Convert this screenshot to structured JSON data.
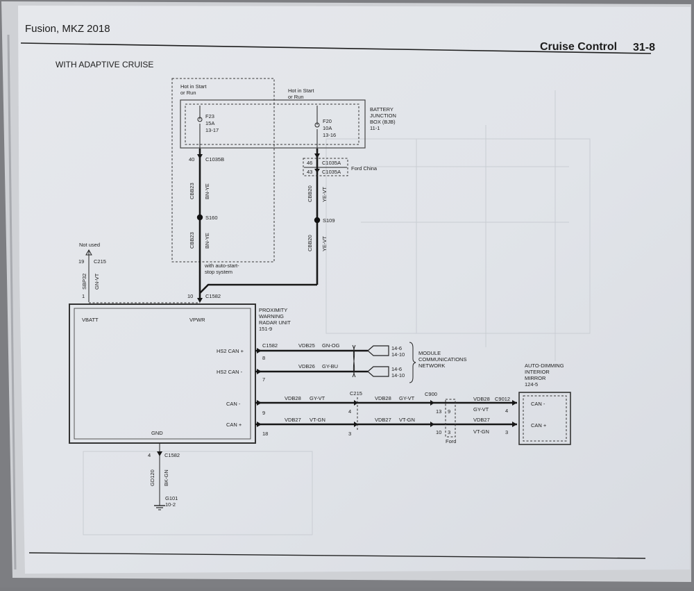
{
  "header": {
    "left_title": "Fusion, MKZ 2018",
    "section_title": "Cruise Control",
    "page_number": "31-8"
  },
  "diagram": {
    "section_heading": "WITH ADAPTIVE CRUISE",
    "hot_label_a": [
      "Hot in Start",
      "or Run"
    ],
    "hot_label_b": [
      "Hot in Start",
      "or Run"
    ],
    "battery_junction_box": [
      "BATTERY",
      "JUNCTION",
      "BOX (BJB)",
      "11-1"
    ],
    "fuse_f23": [
      "F23",
      "15A",
      "13-17"
    ],
    "fuse_f20": [
      "F20",
      "10A",
      "13-16"
    ],
    "pin_40": "40",
    "connector_c1035b": "C1035B",
    "pin_46": "46",
    "pin_43": "43",
    "connector_c1035a_1": "C1035A",
    "connector_c1035a_2": "C1035A",
    "ford_china": "Ford China",
    "circuit_cbb23_1": "CBB23",
    "color_bn_ye_1": "BN-YE",
    "circuit_cbb20_1": "CBB20",
    "color_ye_vt_1": "YE-VT",
    "splice_s160": "S160",
    "splice_s109": "S109",
    "circuit_cbb23_2": "CBB23",
    "color_bn_ye_2": "BN-YE",
    "circuit_cbb20_2": "CBB20",
    "color_ye_vt_2": "YE-VT",
    "auto_start_stop": [
      "with auto-start-",
      "stop system"
    ],
    "not_used": "Not used",
    "pin_19": "19",
    "connector_c215_top": "C215",
    "circuit_sbp32": "SBP32",
    "color_gn_vt": "GN-VT",
    "pin_1": "1",
    "pin_10": "10",
    "connector_c1582_top": "C1582",
    "radar_unit": [
      "PROXIMITY",
      "WARNING",
      "RADAR UNIT",
      "151-9"
    ],
    "pin_vbatt": "VBATT",
    "pin_vpwr": "VPWR",
    "pin_hs2_can_plus": "HS2 CAN +",
    "pin_hs2_can_minus": "HS2 CAN -",
    "pin_can_minus": "CAN -",
    "pin_can_plus": "CAN +",
    "pin_gnd": "GND",
    "connector_c1582_mid": "C1582",
    "pin_8": "8",
    "pin_7": "7",
    "pin_9": "9",
    "pin_18": "18",
    "circuit_vdb25": "VDB25",
    "color_gn_og": "GN-OG",
    "circuit_vdb26": "VDB26",
    "color_gy_bu": "GY-BU",
    "ref_14_6_a": "14-6",
    "ref_14_10_a": "14-10",
    "ref_14_6_b": "14-6",
    "ref_14_10_b": "14-10",
    "network_label": [
      "MODULE",
      "COMMUNICATIONS",
      "NETWORK"
    ],
    "circuit_vdb28_1": "VDB28",
    "color_gy_vt_1": "GY-VT",
    "circuit_vdb27_1": "VDB27",
    "color_vt_gn_1": "VT-GN",
    "connector_c215_mid": "C215",
    "pin_4_c215": "4",
    "pin_3_c215": "3",
    "circuit_vdb28_2": "VDB28",
    "color_gy_vt_2": "GY-VT",
    "circuit_vdb27_2": "VDB27",
    "color_vt_gn_2": "VT-GN",
    "connector_c900": "C900",
    "pin_13": "13",
    "pin_9_c900": "9",
    "pin_10_c900": "10",
    "pin_3_c900": "3",
    "ford_label": "Ford",
    "circuit_vdb28_3": "VDB28",
    "color_gy_vt_3": "GY-VT",
    "circuit_vdb27_3": "VDB27",
    "color_vt_gn_3": "VT-GN",
    "connector_c9012": "C9012",
    "pin_4_mirror": "4",
    "pin_3_mirror": "3",
    "mirror": [
      "AUTO-DIMMING",
      "INTERIOR",
      "MIRROR",
      "124-5"
    ],
    "mirror_can_minus": "CAN -",
    "mirror_can_plus": "CAN +",
    "pin_4_gnd": "4",
    "connector_c1582_gnd": "C1582",
    "circuit_gd120": "GD120",
    "color_bk_gn": "BK-GN",
    "ground_g101": [
      "G101",
      "10-2"
    ]
  }
}
